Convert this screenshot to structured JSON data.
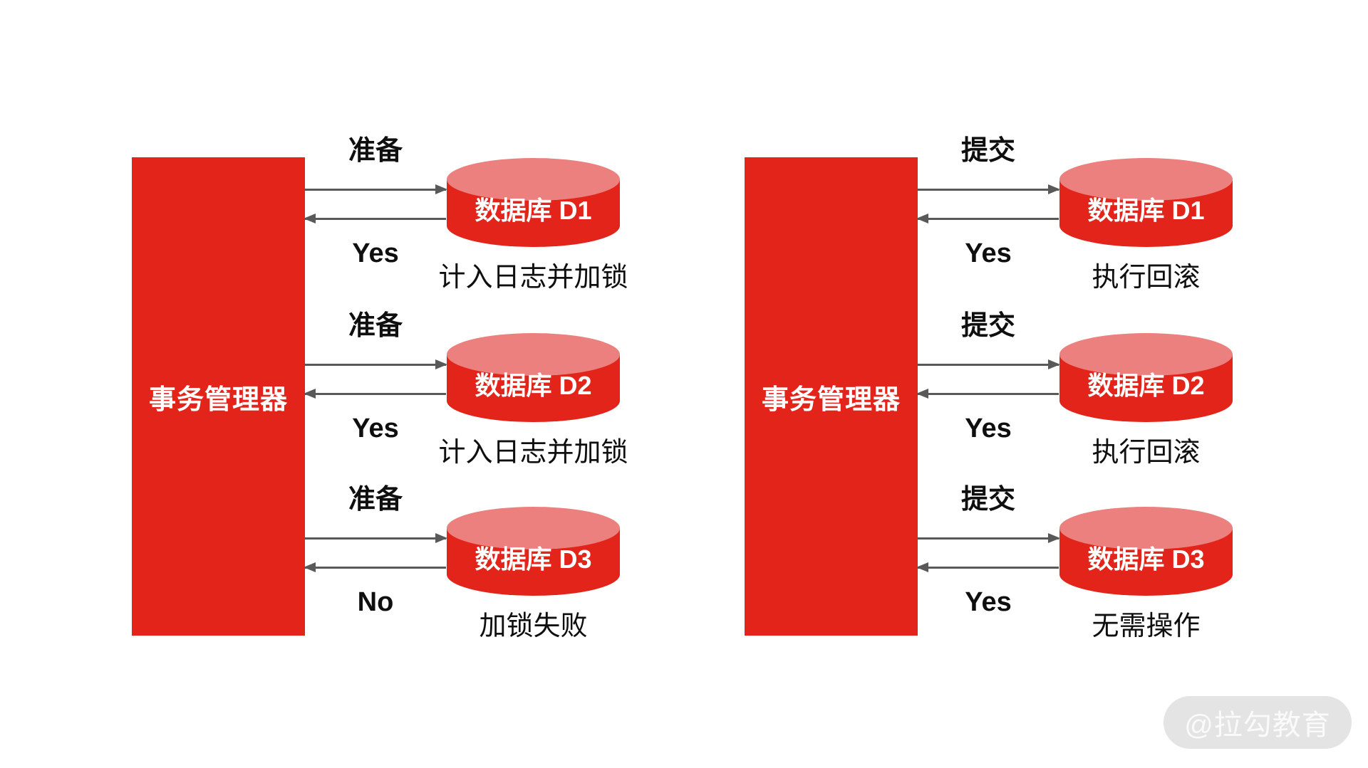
{
  "colors": {
    "brand_red": "#e2241b",
    "cylinder_top": "#ec807e",
    "arrow_gray": "#595959",
    "text_black": "#0f0f0f",
    "watermark_bg": "#e4e4e4",
    "watermark_text": "#fafafa"
  },
  "panels": [
    {
      "manager": "事务管理器",
      "rows": [
        {
          "request": "准备",
          "response": "Yes",
          "database": "数据库 D1",
          "note": "计入日志并加锁"
        },
        {
          "request": "准备",
          "response": "Yes",
          "database": "数据库 D2",
          "note": "计入日志并加锁"
        },
        {
          "request": "准备",
          "response": "No",
          "database": "数据库 D3",
          "note": "加锁失败"
        }
      ]
    },
    {
      "manager": "事务管理器",
      "rows": [
        {
          "request": "提交",
          "response": "Yes",
          "database": "数据库 D1",
          "note": "执行回滚"
        },
        {
          "request": "提交",
          "response": "Yes",
          "database": "数据库 D2",
          "note": "执行回滚"
        },
        {
          "request": "提交",
          "response": "Yes",
          "database": "数据库 D3",
          "note": "无需操作"
        }
      ]
    }
  ],
  "watermark": {
    "label": "@拉勾教育"
  }
}
